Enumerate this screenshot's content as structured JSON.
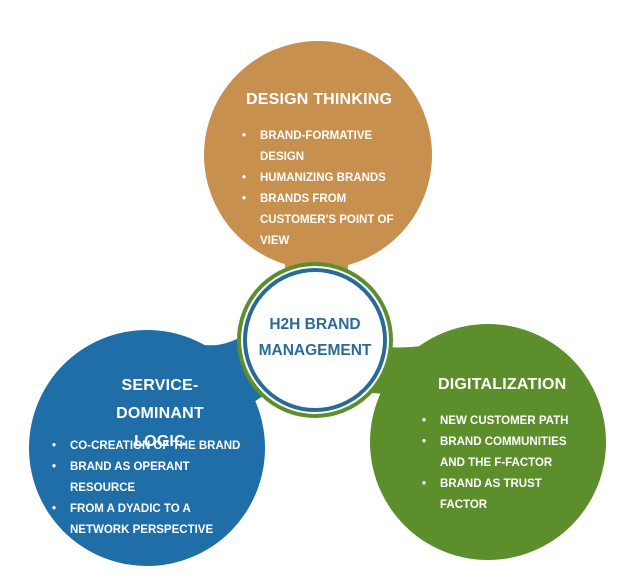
{
  "colors": {
    "design_thinking": "#c7904f",
    "service_dominant": "#1f6ea7",
    "digitalization": "#5c8f2c",
    "connector_text": "#2a6b96"
  },
  "center": {
    "line1": "H2H BRAND",
    "line2": "MANAGEMENT"
  },
  "design_thinking": {
    "title": "DESIGN THINKING",
    "items": [
      "BRAND-FORMATIVE DESIGN",
      "HUMANIZING BRANDS",
      "BRANDS FROM CUSTOMER'S POINT OF VIEW"
    ]
  },
  "service_dominant": {
    "title_line1": "SERVICE-",
    "title_line2": "DOMINANT LOGIC",
    "items": [
      "CO-CREATION OF THE BRAND",
      "BRAND AS OPERANT RESOURCE",
      "FROM A DYADIC TO A NETWORK PERSPECTIVE"
    ]
  },
  "digitalization": {
    "title": "DIGITALIZATION",
    "items": [
      "NEW CUSTOMER PATH",
      "BRAND COMMUNITIES AND THE F-FACTOR",
      "BRAND AS TRUST FACTOR"
    ]
  }
}
